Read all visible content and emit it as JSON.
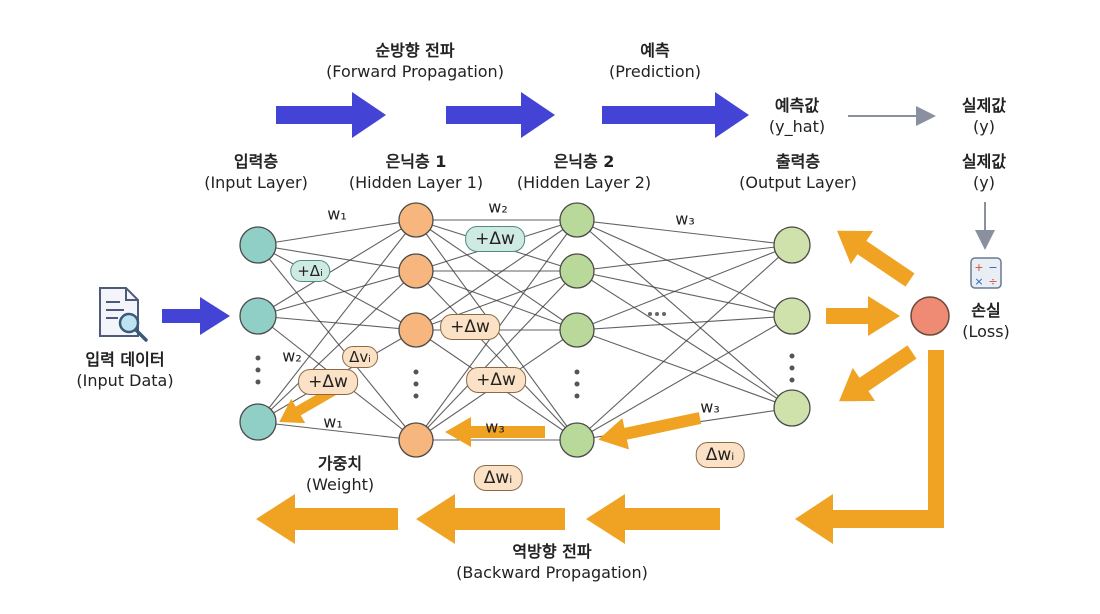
{
  "colors": {
    "forward": "#4343d6",
    "backward": "#f0a323",
    "input_node": "#8fcfc6",
    "hidden1_node": "#f6b67e",
    "hidden2_node": "#b9d99a",
    "output_node": "#cfe2ab",
    "loss_node": "#ef8a74",
    "edge": "#3a3a3a"
  },
  "top_labels": {
    "forward": {
      "ko": "순방향 전파",
      "en": "(Forward Propagation)"
    },
    "prediction": {
      "ko": "예측",
      "en": "(Prediction)"
    },
    "y_hat": {
      "ko": "예측값",
      "en": "(y_hat)"
    },
    "actual_top": {
      "ko": "실제값",
      "en": "(y)"
    }
  },
  "layers": {
    "input": {
      "ko": "입력층",
      "en": "(Input Layer)"
    },
    "hidden1": {
      "ko": "은닉층 1",
      "en": "(Hidden Layer 1)"
    },
    "hidden2": {
      "ko": "은닉층 2",
      "en": "(Hidden Layer 2)"
    },
    "output": {
      "ko": "출력층",
      "en": "(Output Layer)"
    }
  },
  "actual": {
    "ko": "실제값",
    "en": "(y)"
  },
  "loss": {
    "ko": "손실",
    "en": "(Loss)"
  },
  "input_data": {
    "ko": "입력 데이터",
    "en": "(Input Data)"
  },
  "weight": {
    "ko": "가중치",
    "en": "(Weight)"
  },
  "backward": {
    "ko": "역방향 전파",
    "en": "(Backward Propagation)"
  },
  "weight_labels": {
    "w1_top": "w₁",
    "w2_top": "w₂",
    "w3_top": "w₃",
    "w2_left": "w₂",
    "w1_bottom": "w₁",
    "w3_mid": "w₃",
    "w3_right": "w₃"
  },
  "bubbles": {
    "dw_top": "+Δw",
    "di": "+Δᵢ",
    "dw_h1": "+Δw",
    "dvi": "Δvᵢ",
    "dw_left": "+Δw",
    "dw_center": "+Δw",
    "dwi_mid": "Δwᵢ",
    "dwi_right": "Δwᵢ"
  },
  "ellipsis": "⋮",
  "h_ellipsis": "···",
  "icons": [
    "document-magnifier-icon",
    "calculator-icon"
  ]
}
